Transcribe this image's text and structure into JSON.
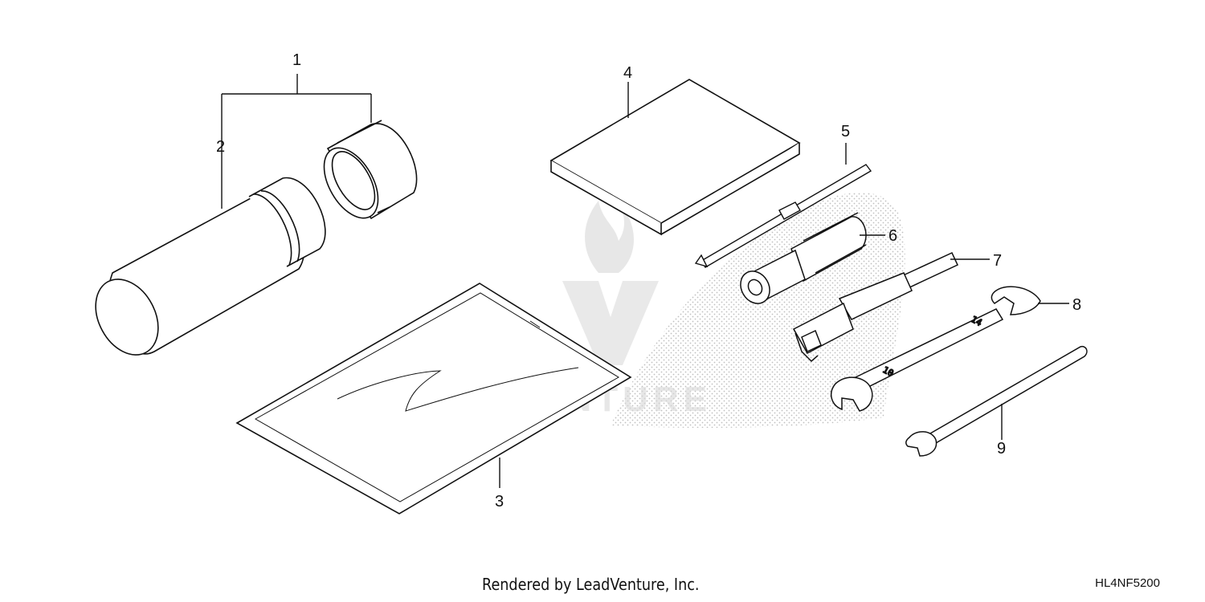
{
  "diagram": {
    "callouts": [
      "1",
      "2",
      "3",
      "4",
      "5",
      "6",
      "7",
      "8",
      "9"
    ],
    "wrench_sizes": {
      "wrench_8": "14",
      "wrench_8_small": "10"
    },
    "colors": {
      "line": "#111111",
      "stipple": "#bdbdbd",
      "watermark": "#d8d8d8"
    }
  },
  "watermark": {
    "text": "LEADVENTURE"
  },
  "footer": {
    "rendered_by": "Rendered by LeadVenture, Inc.",
    "diagram_code": "HL4NF5200"
  }
}
